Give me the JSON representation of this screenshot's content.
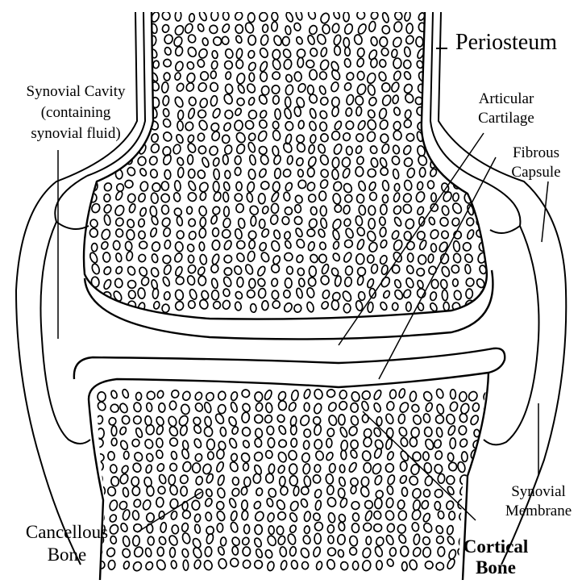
{
  "labels": {
    "periosteum": "Periosteum",
    "synovial_cavity": {
      "line1": "Synovial Cavity",
      "line2": "(containing",
      "line3": "synovial fluid)"
    },
    "articular_cartilage": {
      "line1": "Articular",
      "line2": "Cartilage"
    },
    "fibrous_capsule": {
      "line1": "Fibrous",
      "line2": "Capsule"
    },
    "synovial_membrane": {
      "line1": "Synovial",
      "line2": "Membrane"
    },
    "cancellous_bone": {
      "line1": "Cancellous",
      "line2": "Bone"
    },
    "cortical_bone": {
      "line1": "Cortical",
      "line2": "Bone"
    }
  },
  "colors": {
    "ink": "#000000",
    "background": "#ffffff"
  }
}
